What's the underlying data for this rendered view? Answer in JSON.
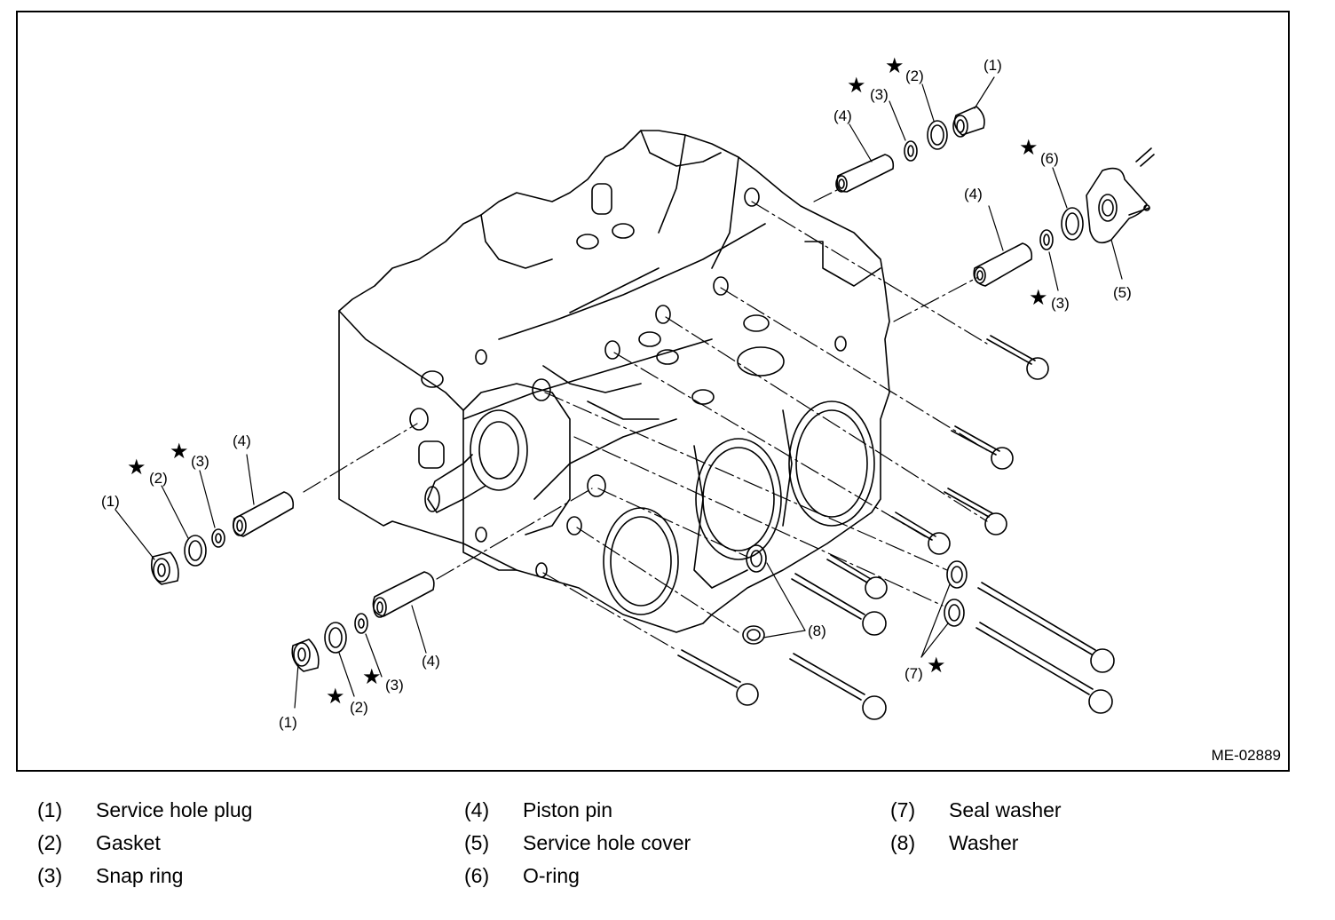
{
  "figure": {
    "figure_id": "ME-02889",
    "callouts": {
      "c1": "(1)",
      "c2": "(2)",
      "c3": "(3)",
      "c4": "(4)",
      "c5": "(5)",
      "c6": "(6)",
      "c7": "(7)",
      "c8": "(8)"
    },
    "star_symbol": "★"
  },
  "legend": {
    "items": [
      {
        "num": "(1)",
        "text": "Service hole plug"
      },
      {
        "num": "(2)",
        "text": "Gasket"
      },
      {
        "num": "(3)",
        "text": "Snap ring"
      },
      {
        "num": "(4)",
        "text": "Piston pin"
      },
      {
        "num": "(5)",
        "text": "Service hole cover"
      },
      {
        "num": "(6)",
        "text": "O-ring"
      },
      {
        "num": "(7)",
        "text": "Seal washer"
      },
      {
        "num": "(8)",
        "text": "Washer"
      }
    ]
  },
  "colors": {
    "line": "#000000",
    "background": "#ffffff"
  }
}
